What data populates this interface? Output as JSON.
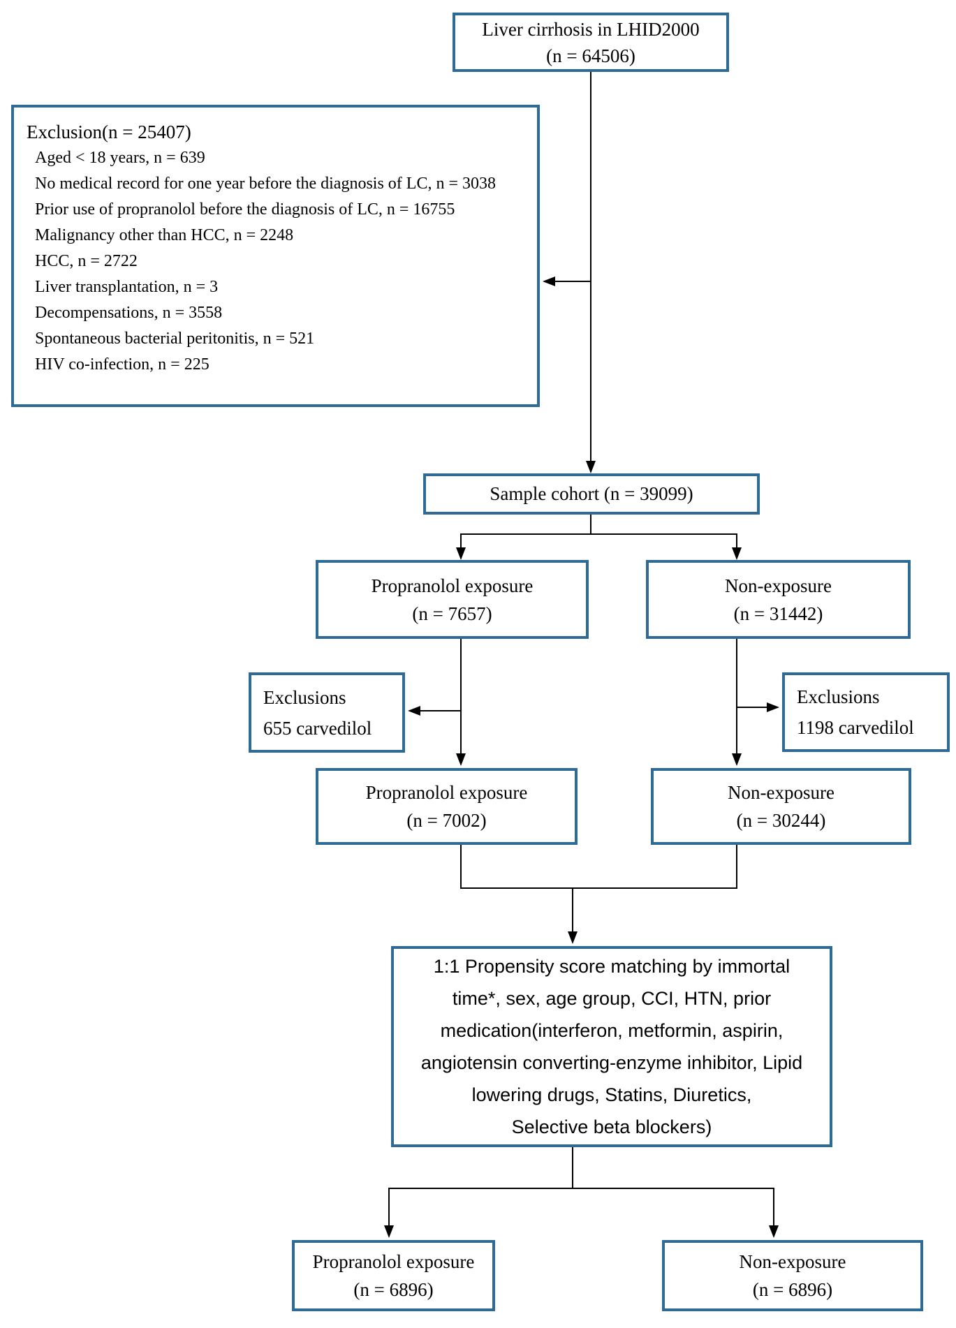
{
  "accent_color": "#2d6a96",
  "line_color": "#000000",
  "nodes": {
    "top": {
      "line1": "Liver cirrhosis in LHID2000",
      "line2": "(n = 64506)"
    },
    "exclusion": {
      "title": "Exclusion(n = 25407)",
      "items": [
        "Aged < 18 years, n = 639",
        "No medical record for one year before the diagnosis of LC, n = 3038",
        "Prior use of propranolol before the diagnosis of LC, n = 16755",
        "Malignancy other than HCC, n = 2248",
        "HCC, n = 2722",
        "Liver transplantation, n = 3",
        "Decompensations, n = 3558",
        "Spontaneous bacterial peritonitis, n = 521",
        "HIV co-infection, n = 225"
      ]
    },
    "sample": {
      "line1": "Sample cohort (n = 39099)"
    },
    "propranolol_initial": {
      "line1": "Propranolol exposure",
      "line2": "(n = 7657)"
    },
    "non_exposure_initial": {
      "line1": "Non-exposure",
      "line2": "(n = 31442)"
    },
    "exclusions_left": {
      "line1": "Exclusions",
      "line2": "655 carvedilol"
    },
    "exclusions_right": {
      "line1": "Exclusions",
      "line2": "1198 carvedilol"
    },
    "propranolol_after_exclusion": {
      "line1": "Propranolol exposure",
      "line2": "(n = 7002)"
    },
    "non_exposure_after_exclusion": {
      "line1": "Non-exposure",
      "line2": "(n = 30244)"
    },
    "matching": {
      "lines": [
        "1:1 Propensity score matching by immortal",
        "time*, sex, age group, CCI, HTN, prior",
        "medication(interferon, metformin, aspirin,",
        "angiotensin converting-enzyme inhibitor, Lipid",
        "lowering drugs, Statins, Diuretics,",
        "Selective beta blockers)"
      ]
    },
    "propranolol_matched": {
      "line1": "Propranolol exposure",
      "line2": "(n = 6896)"
    },
    "non_exposure_matched": {
      "line1": "Non-exposure",
      "line2": "(n = 6896)"
    }
  }
}
